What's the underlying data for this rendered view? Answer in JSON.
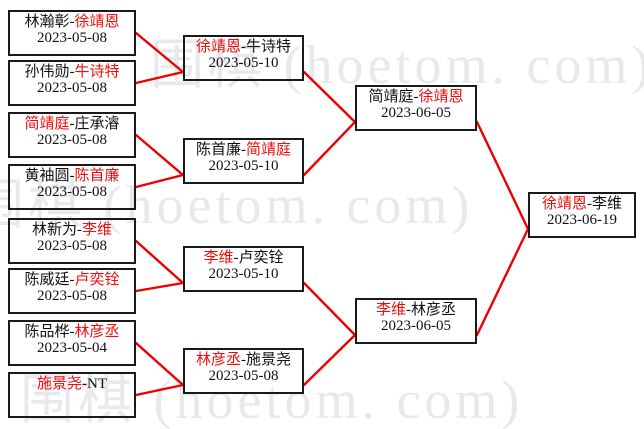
{
  "diagram": {
    "kind": "tournament-bracket",
    "watermark": "围棋 (hoetom. com)",
    "colors": {
      "winner_text": "#f40b0b",
      "loser_text": "#111111",
      "connector": "#ee0000",
      "box_border": "#1a1a1a",
      "background": "#ffffff",
      "watermark": "#e9e9ec"
    }
  },
  "rounds": [
    {
      "name": "round-1",
      "matches": [
        {
          "left": "林瀚彰",
          "right": "徐靖恩",
          "winner": "right",
          "date": "2023-05-08"
        },
        {
          "left": "孙伟勋",
          "right": "牛诗特",
          "winner": "right",
          "date": "2023-05-08"
        },
        {
          "left": "简靖庭",
          "right": "庄承濬",
          "winner": "left",
          "date": "2023-05-08"
        },
        {
          "left": "黄袖圆",
          "right": "陈首廉",
          "winner": "right",
          "date": "2023-05-08"
        },
        {
          "left": "林新为",
          "right": "李维",
          "winner": "right",
          "date": "2023-05-08"
        },
        {
          "left": "陈威廷",
          "right": "卢奕铨",
          "winner": "right",
          "date": "2023-05-08"
        },
        {
          "left": "陈品桦",
          "right": "林彦丞",
          "winner": "right",
          "date": "2023-05-04"
        },
        {
          "left": "施景尧",
          "right": "NT",
          "winner": "left",
          "date": ""
        }
      ]
    },
    {
      "name": "round-2",
      "matches": [
        {
          "left": "徐靖恩",
          "right": "牛诗特",
          "winner": "left",
          "date": "2023-05-10"
        },
        {
          "left": "陈首廉",
          "right": "简靖庭",
          "winner": "right",
          "date": "2023-05-10"
        },
        {
          "left": "李维",
          "right": "卢奕铨",
          "winner": "left",
          "date": "2023-05-10"
        },
        {
          "left": "林彦丞",
          "right": "施景尧",
          "winner": "left",
          "date": "2023-05-08"
        }
      ]
    },
    {
      "name": "round-3",
      "matches": [
        {
          "left": "简靖庭",
          "right": "徐靖恩",
          "winner": "right",
          "date": "2023-06-05"
        },
        {
          "left": "李维",
          "right": "林彦丞",
          "winner": "left",
          "date": "2023-06-05"
        }
      ]
    },
    {
      "name": "final",
      "matches": [
        {
          "left": "徐靖恩",
          "right": "李维",
          "winner": "left",
          "date": "2023-06-19"
        }
      ]
    }
  ]
}
